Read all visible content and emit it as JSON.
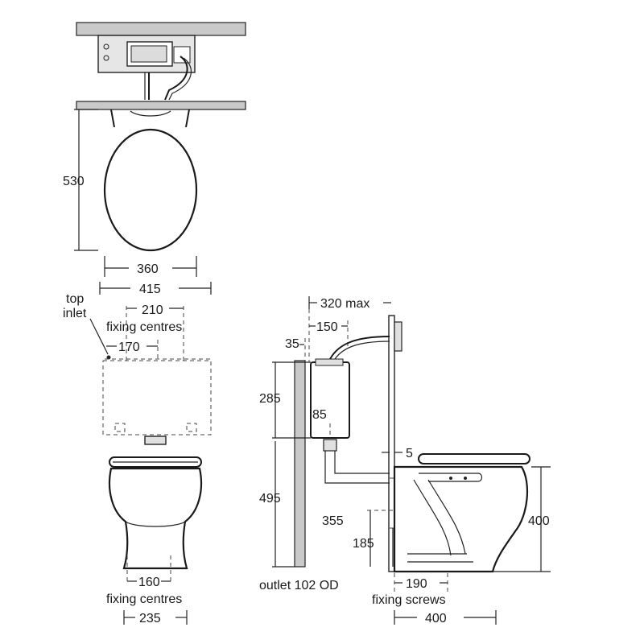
{
  "labels": {
    "top_depth": "530",
    "top_width_seat": "360",
    "top_width_cistern": "415",
    "top_inlet_1": "top",
    "top_inlet_2": "inlet",
    "fixing_210": "210",
    "fixing_centres_top": "fixing centres",
    "dim_170": "170",
    "dim_160": "160",
    "fixing_centres_bottom": "fixing centres",
    "dim_235": "235",
    "dim_320max": "320 max",
    "dim_150": "150",
    "dim_35": "35",
    "dim_285": "285",
    "dim_85": "85",
    "dim_5": "5",
    "dim_495": "495",
    "dim_355": "355",
    "dim_185": "185",
    "dim_400_height": "400",
    "outlet": "outlet 102 OD",
    "dim_190": "190",
    "fixing_screws": "fixing screws",
    "dim_400_depth": "400"
  },
  "colors": {
    "wall_fill": "#c9c9c9",
    "ink": "#1a1a1a",
    "background": "#ffffff"
  }
}
